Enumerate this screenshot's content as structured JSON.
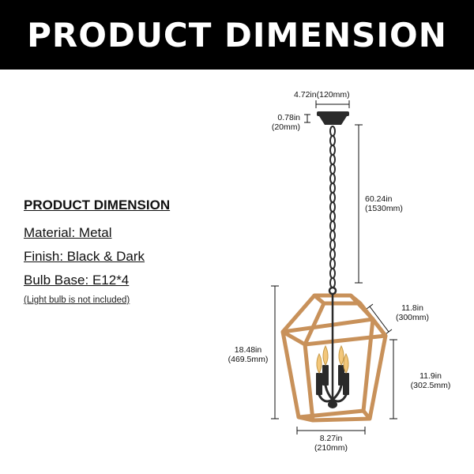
{
  "banner": {
    "title": "PRODUCT DIMENSION"
  },
  "specs": {
    "heading": "PRODUCT DIMENSION",
    "material": "Material: Metal",
    "finish": "Finish: Black & Dark",
    "bulb_base": "Bulb Base:  E12*4",
    "note": "(Light bulb is not included)"
  },
  "dimensions": {
    "canopy_width_in": "4.72in(120mm)",
    "canopy_height_in": "0.78in",
    "canopy_height_mm": "(20mm)",
    "chain_length_in": "60.24in",
    "chain_length_mm": "(1530mm)",
    "cage_height_in": "18.48in",
    "cage_height_mm": "(469.5mm)",
    "cage_depth_in": "11.8in",
    "cage_depth_mm": "(300mm)",
    "cage_width_in": "11.9in",
    "cage_width_mm": "(302.5mm)",
    "bottom_width_in": "8.27in",
    "bottom_width_mm": "(210mm)"
  },
  "colors": {
    "banner_bg": "#000000",
    "wood": "#c8915a",
    "metal": "#2a2a2a",
    "bulb": "#f3c77a"
  }
}
